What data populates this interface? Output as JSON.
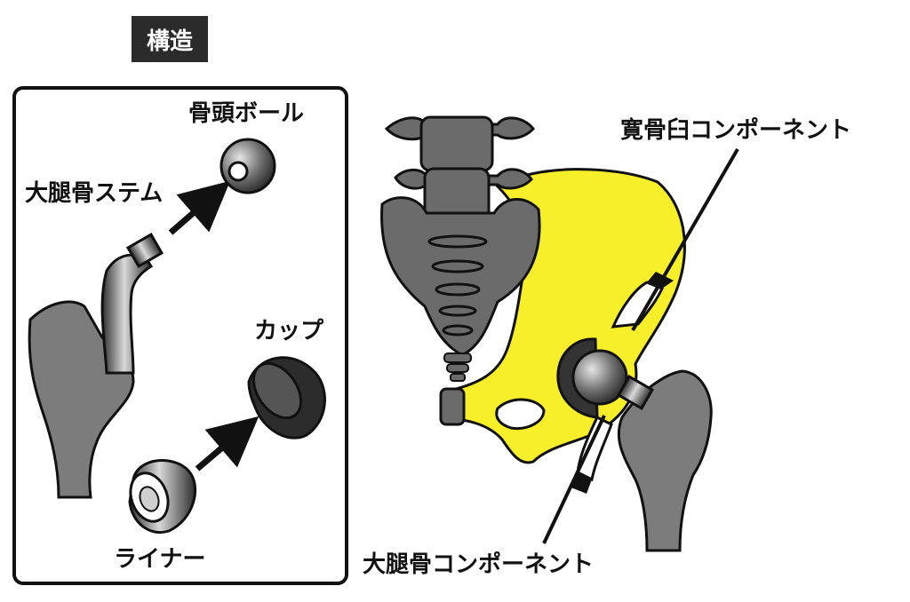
{
  "title": "構造",
  "components": {
    "femoral_head_ball": "骨頭ボール",
    "femoral_stem": "大腿骨ステム",
    "cup": "カップ",
    "liner": "ライナー"
  },
  "callouts": {
    "acetabular_component": "寛骨臼コンポーネント",
    "femoral_component": "大腿骨コンポーネント"
  },
  "colors": {
    "pelvis_fill": "#f7ef2a",
    "bone_gray": "#6b6b6b",
    "metal_dark": "#3a3a3a",
    "outline": "#111111"
  }
}
